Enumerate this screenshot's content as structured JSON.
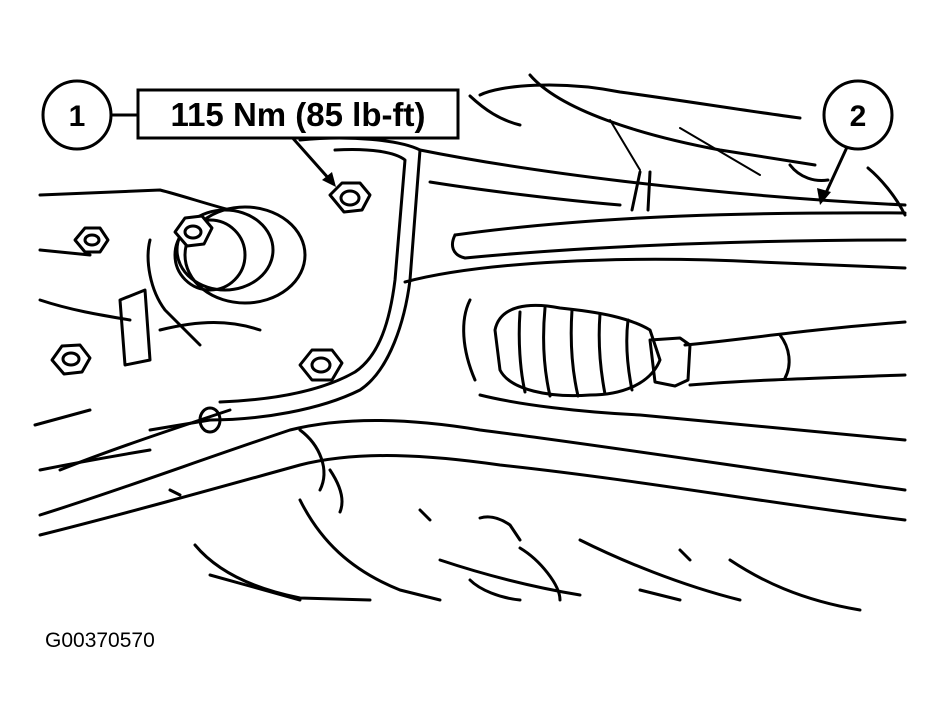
{
  "callouts": [
    {
      "number": "1",
      "label": "115 Nm (85 lb-ft)"
    },
    {
      "number": "2",
      "label": ""
    }
  ],
  "figure_id": "G00370570",
  "colors": {
    "ink": "#000000",
    "paper": "#ffffff"
  }
}
